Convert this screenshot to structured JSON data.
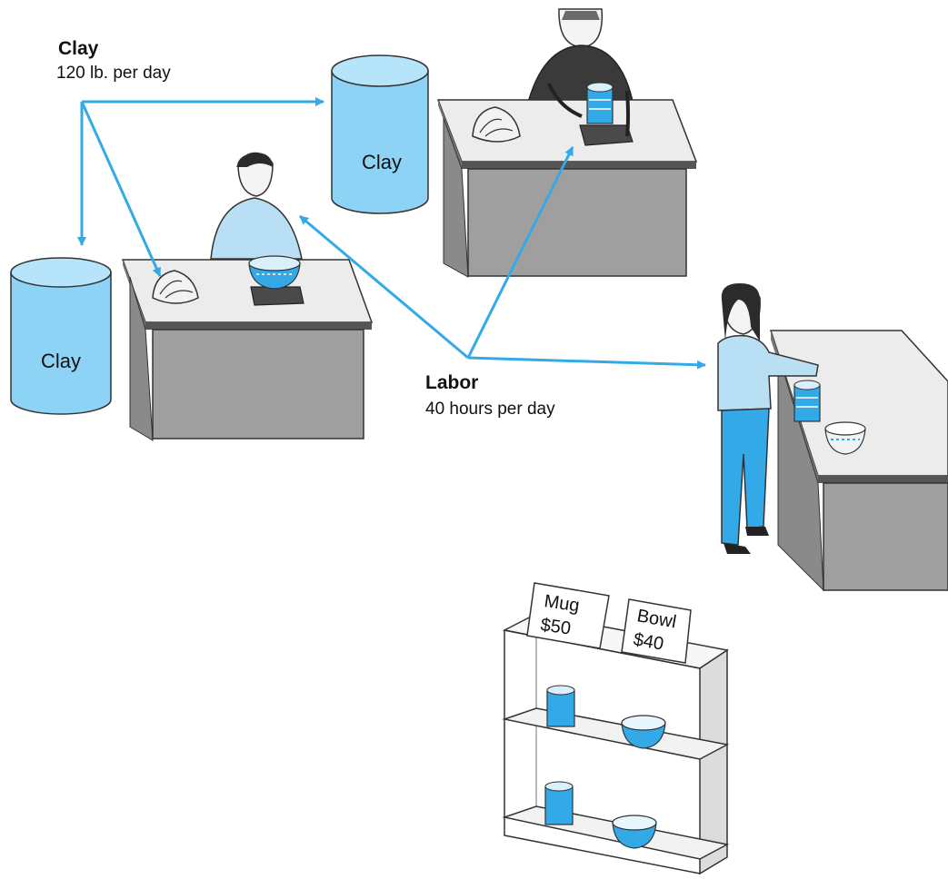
{
  "clay_input": {
    "title": "Clay",
    "rate": "120 lb. per day"
  },
  "labor_input": {
    "title": "Labor",
    "rate": "40 hours per day"
  },
  "clay_bins": {
    "left_label": "Clay",
    "top_label": "Clay"
  },
  "price_tags": [
    {
      "item": "Mug",
      "price": "$50"
    },
    {
      "item": "Bowl",
      "price": "$40"
    }
  ],
  "colors": {
    "flow_arrow": "#33a9e8",
    "clay_bin": "#8dd3f6",
    "table_front": "#9f9f9f",
    "table_top": "#ececec"
  }
}
